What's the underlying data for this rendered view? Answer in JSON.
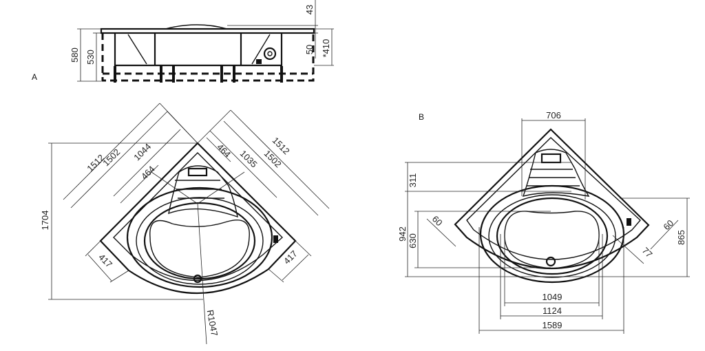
{
  "view_a": {
    "label": "A",
    "side_dims": {
      "h580": "580",
      "h530": "530",
      "h43": "43",
      "h50": "50",
      "h410": "*410"
    },
    "plan_dims": {
      "d1512_left": "1512",
      "d1502_left": "1502",
      "d1044": "1044",
      "d464_left": "464",
      "d464_right": "464",
      "d1035": "1035",
      "d1502_right": "1502",
      "d1512_right": "1512",
      "d1704": "1704",
      "d417_left": "417",
      "d417_right": "417",
      "r1047": "R1047"
    }
  },
  "view_b": {
    "label": "B",
    "dims": {
      "d706": "706",
      "d311": "311",
      "d942": "942",
      "d630": "630",
      "d865": "865",
      "d60_left": "60",
      "d60_right": "60",
      "d77": "77",
      "d1049": "1049",
      "d1124": "1124",
      "d1589": "1589"
    }
  }
}
